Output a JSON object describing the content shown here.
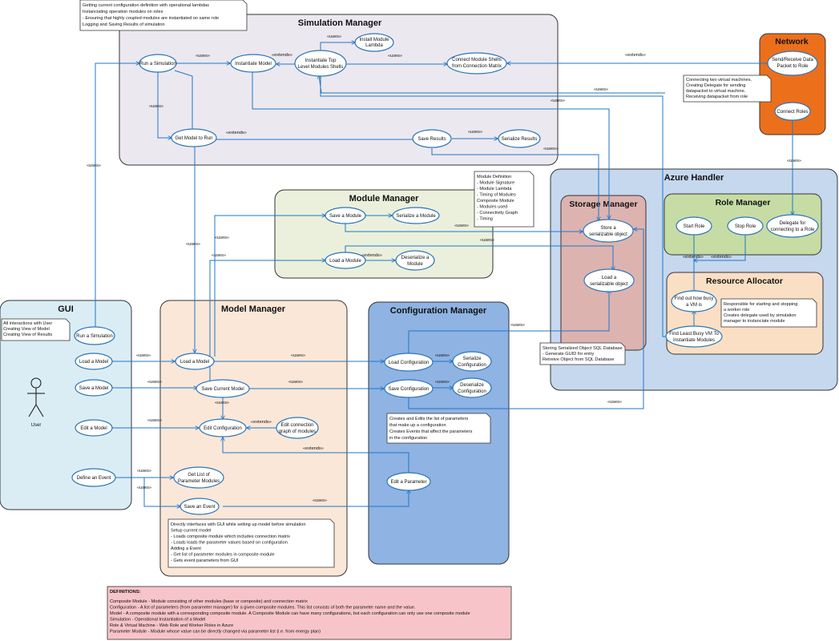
{
  "packages": {
    "simulation_manager": "Simulation Manager",
    "network": "Network",
    "azure_handler": "Azure Handler",
    "storage_manager": "Storage Manager",
    "role_manager": "Role Manager",
    "resource_allocator": "Resource Allocator",
    "module_manager": "Module Manager",
    "gui": "GUI",
    "model_manager": "Model Manager",
    "configuration_manager": "Configuration Manager"
  },
  "use_cases": {
    "run_a_simulation_sim": "Run a Simulation",
    "instantiate_model": "Instantiate Model",
    "instantiate_top_level": [
      "Instantiate Top",
      "Level Modules Shells"
    ],
    "install_module_lambda": [
      "Install Module",
      "Lambda"
    ],
    "connect_module_shells": [
      "Connect Module Shells",
      "from Connection Matrix"
    ],
    "get_model_to_run": "Get Model to Run",
    "save_results": "Save Results",
    "serialize_results": "Serialize Results",
    "send_receive_data": [
      "Send/Receive Data",
      "Packet to Role"
    ],
    "connect_roles": "Connect Roles",
    "store_serializable": [
      "Store a",
      "serializable object"
    ],
    "load_serializable": [
      "Load a",
      "serializable object"
    ],
    "start_role": "Start Role",
    "stop_role": "Stop Role",
    "delegate_for_connecting": [
      "Delegate for",
      "connecting to a Role"
    ],
    "find_out_how_busy": [
      "Find out how busy",
      "a VM is"
    ],
    "find_least_busy": [
      "Find Least Busy VM To",
      "Instantiate Modules"
    ],
    "save_a_module": "Save a Module",
    "serialize_a_module": "Serialize a Module",
    "load_a_module": "Load a Module",
    "deserialize_a_module": [
      "Deserialize a",
      "Module"
    ],
    "run_a_simulation_gui": "Run a Simulation",
    "load_a_model_gui": "Load a Model",
    "save_a_model_gui": "Save a Model",
    "edit_a_model_gui": "Edit a Model",
    "define_an_event": "Define an Event",
    "load_a_model": "Load a Model",
    "save_current_model": "Save Current Model",
    "edit_configuration": "Edit Configuration",
    "edit_connection_graph": [
      "Edit connection",
      "graph of modules"
    ],
    "get_list_of_parameter_modules": [
      "Get List of",
      "Parameter Modules"
    ],
    "save_an_event": "Save an Event",
    "load_configuration": "Load Configuration",
    "save_configuration": "Save Configuration",
    "serialize_configuration": [
      "Serialize",
      "Configuration"
    ],
    "deserialize_configuration": [
      "Deserialize",
      "Configuration"
    ],
    "edit_a_parameter": "Edit a Parameter"
  },
  "actor": {
    "name": "User"
  },
  "relationship_labels": {
    "uses": "«uses»",
    "extends": "«extends»"
  },
  "notes": {
    "simulation": [
      "Getting current configuration definition with operational lambdas",
      "Instanciating operation modules on roles",
      "- Ensuring that highly coupled modules are instantiated on same role",
      "Logging and Saving Results of simulation"
    ],
    "network": [
      "Connecting two virtual machines.",
      "Creating Delegate for sending",
      "datapacket to virtual machine.",
      "Receiving datapacket from role"
    ],
    "module_definition": [
      "Module Definition",
      "- Module Signature",
      "- Module Lambda",
      "- Timing of Modules",
      "Composite Module",
      "- Modules used",
      "- Connectivity Graph",
      "- Timing"
    ],
    "resource": [
      "Responsible for starting and stopping",
      "a worker role",
      "Creates delegate used by simulation",
      "manager to instanciate module"
    ],
    "storage": [
      "Storing Serialized Object SQL Database",
      "- Generate GUID for entry",
      "Retreive Object from SQL Database"
    ],
    "gui": [
      "All interactions with User",
      "Creating View of Model",
      "Creating View of Results"
    ],
    "configuration": [
      "Creates and Edits the list of parameters",
      "that make up a configuration",
      "Creates Events that affect the parameters",
      "in the configuration"
    ],
    "model": [
      "Directly interfaces with GUI while setting up model before simulation",
      "Setup current model",
      "- Loads composite module which includes connection matrix",
      "- Loads loads the parameter values based on configuration",
      "Adding a Event",
      "- Get list of parameter modules in composite module",
      "- Gets event parameters from GUI"
    ]
  },
  "definitions": {
    "heading": "DEFINITIONS:",
    "lines": [
      "Composite Module - Module consisting of other modules (base or composite) and connection matrix",
      "Configuration - A list of parameters (from parameter manager) for a given composite modules. This list consists of both the parameter name and the value.",
      "Model - A composite module with a corresponding composite module. A Composite Module can have many configurations, but each configuration can only use one composite module",
      "Simulation - Operational Instantiation of a Model",
      "Role & Virtual Machine - Web Role and Worker Roles in Azure",
      "Parameter Module - Module whose value can be directly changed via parameter list (i.e. from energy plan)"
    ]
  },
  "colors": {
    "simulation": "#ece8f0",
    "network": "#ec6f1c",
    "azure": "#c6d8ee",
    "storage": "#ddb3b0",
    "role": "#c6dca4",
    "resource": "#fbdfc4",
    "module": "#ebf0dc",
    "gui": "#dbedf4",
    "model": "#fbe7d8",
    "configuration": "#8fb3e3",
    "definitions": "#f7c5c9",
    "usecase_stroke": "#2e75b6",
    "connector": "#1f77c8"
  }
}
